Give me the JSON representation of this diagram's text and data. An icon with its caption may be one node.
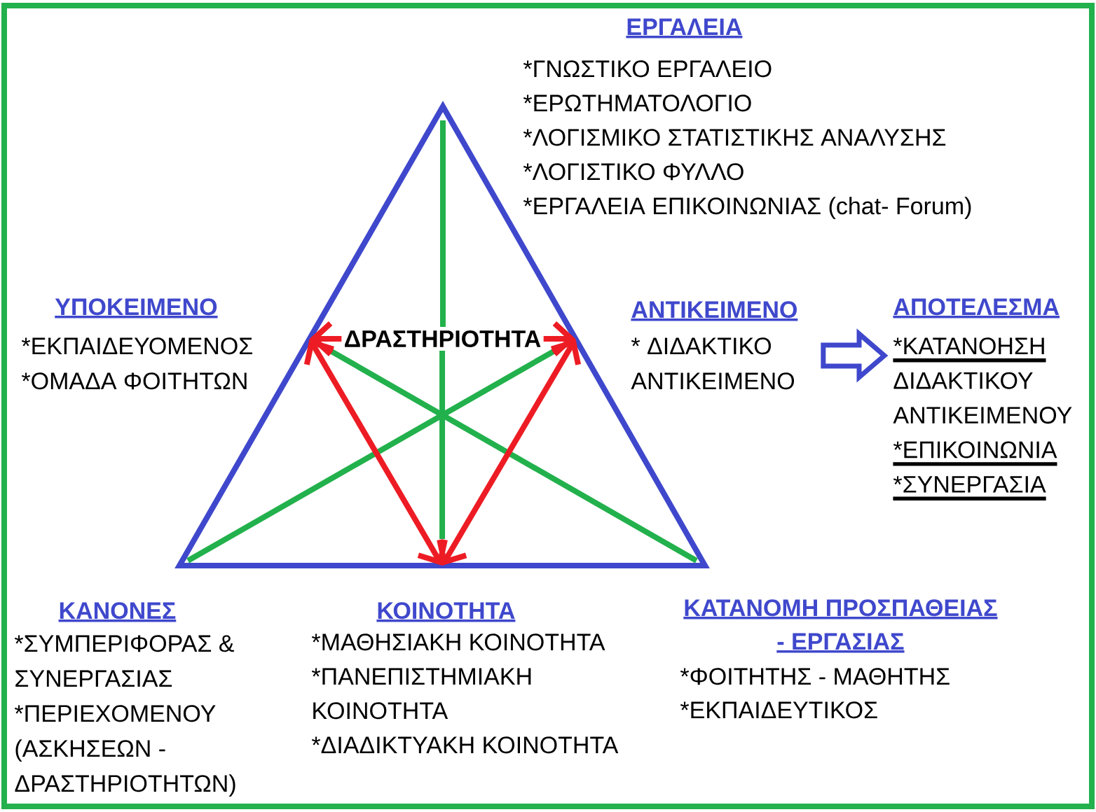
{
  "diagram": {
    "nodes": [
      {
        "text": [
          "ΕΡΓΑΛΕΙΑ",
          "*ΓΝΩΣΤΙΚΟ ΕΡΓΑΛΕΙΟ",
          "*ΕΡΩΤΗΜΑΤΟΛΟΓΙΟ",
          "*ΛΟΓΙΣΜΙΚΟ ΣΤΑΤΙΣΤΙΚΗΣ ΑΝΑΛΥΣΗΣ",
          "*ΛΟΓΙΣΤΙΚΟ ΦΥΛΛΟ",
          "*ΕΡΓΑΛΕΙΑ ΕΠΙΚΟΙΝΩΝΙΑΣ (chat- Forum)"
        ]
      },
      {
        "text": [
          "ΥΠΟΚΕΙΜΕΝΟ",
          "*ΕΚΠΑΙΔΕΥΟΜΕΝΟΣ",
          "*ΟΜΑΔΑ ΦΟΙΤΗΤΩΝ"
        ]
      },
      {
        "text": [
          "ΑΝΤΙΚΕΙΜΕΝΟ",
          "* ΔΙΔΑΚΤΙΚΟ ΑΝΤΙΚΕΙΜΕΝΟ"
        ]
      },
      {
        "text": [
          "ΑΠΟΤΕΛΕΣΜΑ",
          "*ΚΑΤΑΝΟΗΣΗ ΔΙΔΑΚΤΙΚΟΥ ΑΝΤΙΚΕΙΜΕΝΟΥ",
          "*ΕΠΙΚΟΙΝΩΝΙΑ",
          "*ΣΥΝΕΡΓΑΣΙΑ"
        ]
      },
      {
        "text": [
          "ΚΑΝΟΝΕΣ",
          "*ΣΥΜΠΕΡΙΦΟΡΑΣ & ΣΥΝΕΡΓΑΣΙΑΣ",
          "*ΠΕΡΙΕΧΟΜΕΝΟΥ (ΑΣΚΗΣΕΩΝ - ΔΡΑΣΤΗΡΙΟΤΗΤΩΝ)"
        ]
      },
      {
        "text": [
          "ΚΟΙΝΟΤΗΤΑ",
          "*ΜΑΘΗΣΙΑΚΗ ΚΟΙΝΟΤΗΤΑ",
          "*ΠΑΝΕΠΙΣΤΗΜΙΑΚΗ ΚΟΙΝΟΤΗΤΑ",
          "*ΔΙΑΔΙΚΤΥΑΚΗ ΚΟΙΝΟΤΗΤΑ"
        ]
      },
      {
        "text": [
          "ΚΑΤΑΝΟΜΗ ΠΡΟΣΠΑΘΕΙΑΣ - ΕΡΓΑΣΙΑΣ",
          "*ΦΟΙΤΗΤΗΣ - ΜΑΘΗΤΗΣ",
          "*ΕΚΠΑΙΔΕΥΤΙΚΟΣ"
        ]
      }
    ],
    "edges": [
      {
        "from": 1,
        "to": 2,
        "arrow": "both",
        "label": "ΔΡΑΣΤΗΡΙΟΤΗΤΑ"
      },
      {
        "from": 1,
        "to": 5,
        "arrow": "both"
      },
      {
        "from": 2,
        "to": 5,
        "arrow": "both"
      },
      {
        "from": 2,
        "to": 3,
        "arrow": "to",
        "style": "thick",
        "color": "#3f48cc"
      }
    ]
  }
}
